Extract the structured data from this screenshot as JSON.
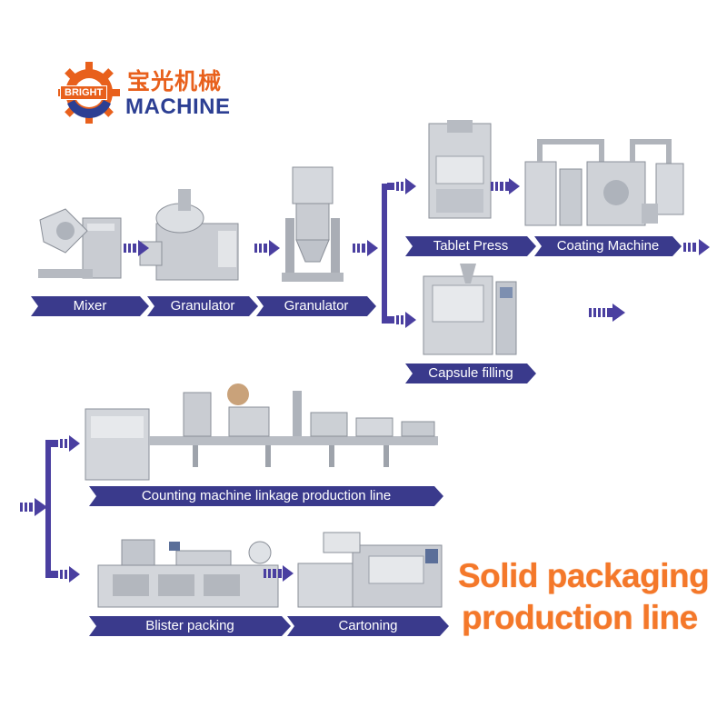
{
  "brand": {
    "chinese_name": "宝光机械",
    "english_name": "MACHINE",
    "gear_text": "BRIGHT"
  },
  "headline": {
    "line1": "Solid packaging",
    "line2": "production line"
  },
  "stages": {
    "mixer": "Mixer",
    "granulator_1": "Granulator",
    "granulator_2": "Granulator",
    "tablet_press": "Tablet Press",
    "coating_machine": "Coating Machine",
    "capsule_filling": "Capsule filling",
    "counting_line": "Counting machine linkage production line",
    "blister_packing": "Blister packing",
    "cartoning": "Cartoning"
  },
  "colors": {
    "label_bg": "#3a3a8c",
    "arrow": "#4a3fa0",
    "brand_orange": "#e8601c",
    "brand_blue": "#2c3f93",
    "headline_orange": "#f4782a",
    "machine_steel": "#c9ccd2"
  }
}
